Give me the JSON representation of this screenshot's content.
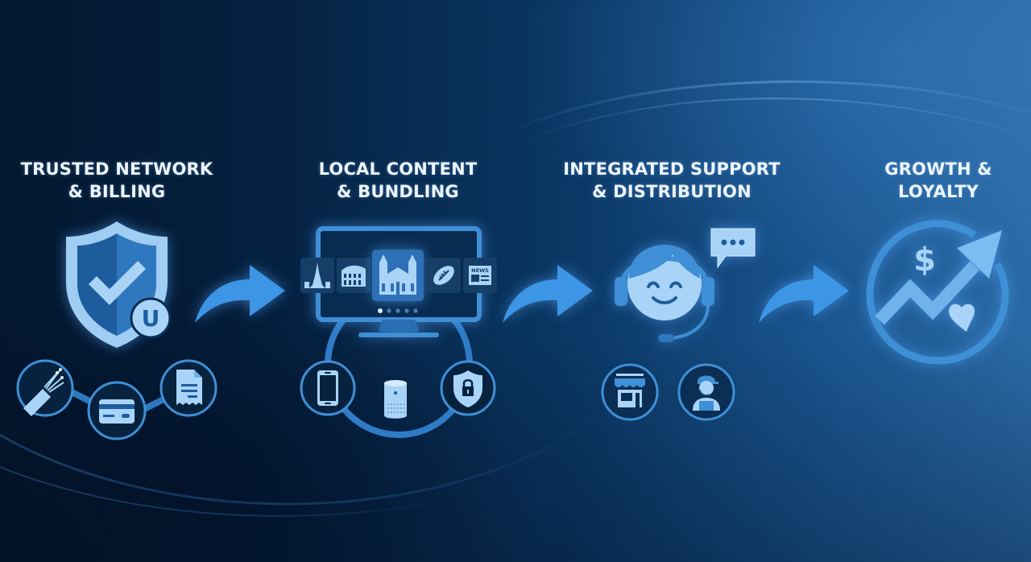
{
  "diagram": {
    "type": "process-flow",
    "direction": "left-to-right",
    "colors": {
      "background_dark": "#03172f",
      "background_light": "#2a6aa6",
      "icon_light": "#a9d4f7",
      "icon_mid": "#3f8fd6",
      "icon_dark": "#1c5a9a",
      "arrow": "#3d95e6",
      "text": "#eef5fc"
    },
    "stages": [
      {
        "id": "trusted-network-billing",
        "title_line1": "TRUSTED NETWORK",
        "title_line2": "& BILLING",
        "main_icon": "shield-check-icon",
        "badge_icon": "brand-u-badge",
        "badge_text": "U",
        "sub_icons": [
          "fiber-optic-cable-icon",
          "credit-card-icon",
          "receipt-icon"
        ]
      },
      {
        "id": "local-content-bundling",
        "title_line1": "LOCAL CONTENT",
        "title_line2": "& BUNDLING",
        "main_icon": "tv-monitor-icon",
        "screen_tiles": [
          "eiffel-tower-icon",
          "colosseum-icon",
          "cathedral-icon",
          "football-icon",
          "newspaper-icon"
        ],
        "screen_tile_news_label": "NEWS",
        "carousel_dots": 5,
        "carousel_active": 1,
        "sub_icons": [
          "smartphone-icon",
          "smart-speaker-icon",
          "shield-lock-icon"
        ]
      },
      {
        "id": "integrated-support-distribution",
        "title_line1": "INTEGRATED SUPPORT",
        "title_line2": "& DISTRIBUTION",
        "main_icon": "support-agent-headset-icon",
        "accessory_icon": "chat-bubble-icon",
        "chat_text": "•••",
        "sub_icons": [
          "storefront-icon",
          "technician-icon"
        ]
      },
      {
        "id": "growth-loyalty",
        "title_line1": "GROWTH &",
        "title_line2": "LOYALTY",
        "main_icon": "growth-chart-circle-icon",
        "symbols": [
          "dollar-icon",
          "heart-icon"
        ],
        "dollar_text": "$"
      }
    ],
    "arrows": [
      {
        "from": "trusted-network-billing",
        "to": "local-content-bundling"
      },
      {
        "from": "local-content-bundling",
        "to": "integrated-support-distribution"
      },
      {
        "from": "integrated-support-distribution",
        "to": "growth-loyalty"
      }
    ]
  }
}
